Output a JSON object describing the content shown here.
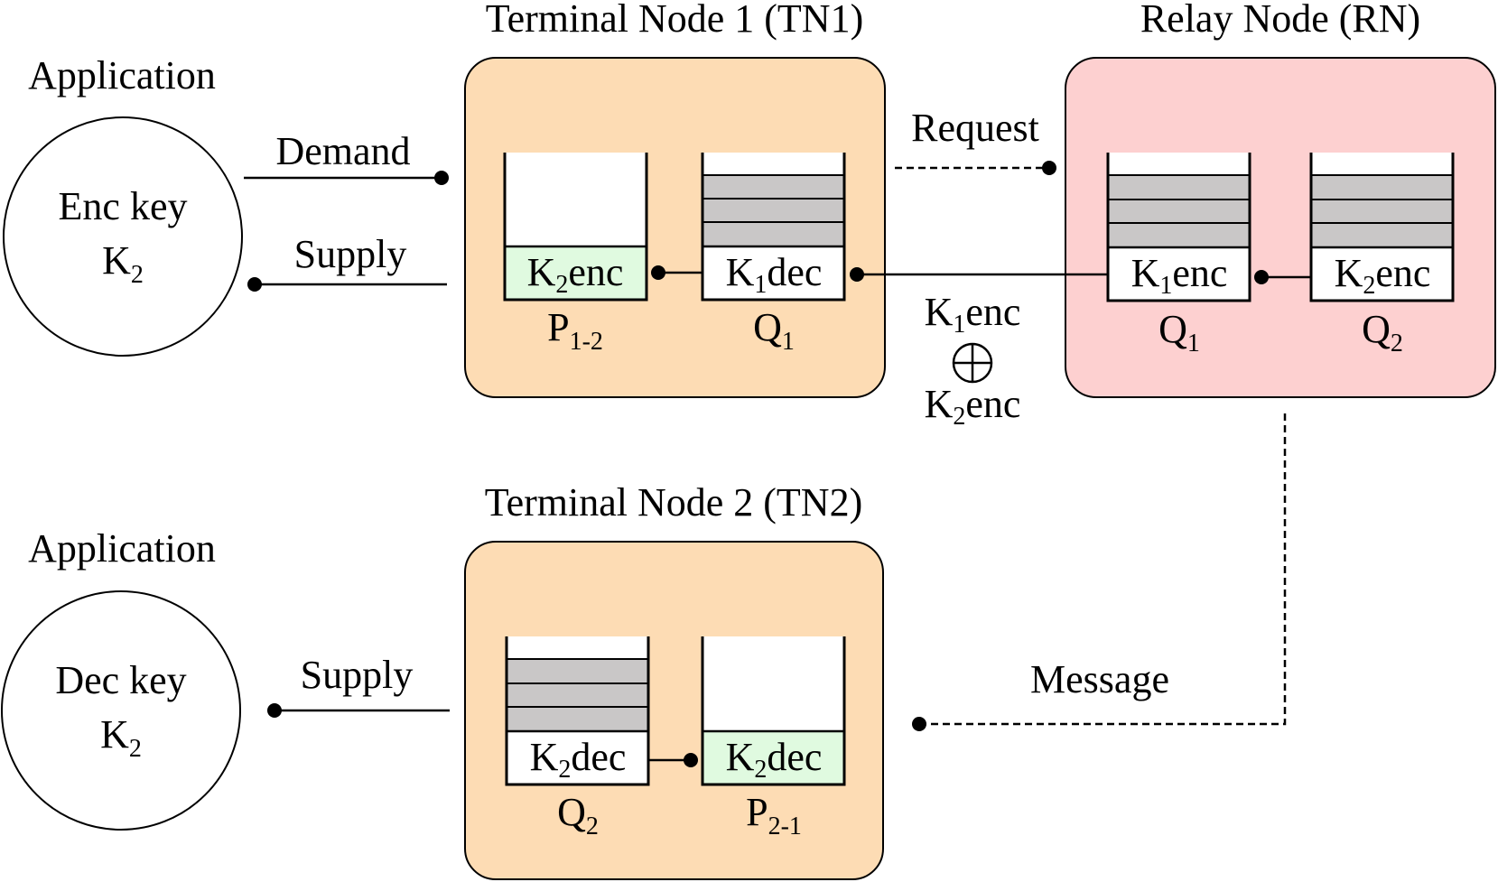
{
  "colors": {
    "terminal_fill": "#fddcb4",
    "relay_fill": "#fdd0d0",
    "queued_fill": "#c9c7c7",
    "pool_key_fill": "#e0fae0",
    "line": "#000000"
  },
  "tn1": {
    "title": "Terminal Node 1 (TN1)",
    "pool": {
      "key_main": "K",
      "key_sub": "2",
      "key_suffix": "enc",
      "label_main": "P",
      "label_sub": "1-2"
    },
    "queue": {
      "key_main": "K",
      "key_sub": "1",
      "key_suffix": "dec",
      "label_main": "Q",
      "label_sub": "1"
    }
  },
  "rn": {
    "title": "Relay Node (RN)",
    "queue1": {
      "key_main": "K",
      "key_sub": "1",
      "key_suffix": "enc",
      "label_main": "Q",
      "label_sub": "1"
    },
    "queue2": {
      "key_main": "K",
      "key_sub": "2",
      "key_suffix": "enc",
      "label_main": "Q",
      "label_sub": "2"
    }
  },
  "tn2": {
    "title": "Terminal Node 2 (TN2)",
    "queue": {
      "key_main": "K",
      "key_sub": "2",
      "key_suffix": "dec",
      "label_main": "Q",
      "label_sub": "2"
    },
    "pool": {
      "key_main": "K",
      "key_sub": "2",
      "key_suffix": "dec",
      "label_main": "P",
      "label_sub": "2-1"
    }
  },
  "app1": {
    "title": "Application",
    "line1": "Enc key",
    "line2_main": "K",
    "line2_sub": "2"
  },
  "app2": {
    "title": "Application",
    "line1": "Dec key",
    "line2_main": "K",
    "line2_sub": "2"
  },
  "links": {
    "demand": "Demand",
    "supply_top": "Supply",
    "supply_bottom": "Supply",
    "request": "Request",
    "message": "Message"
  },
  "xor": {
    "top_main": "K",
    "top_sub": "1",
    "top_suffix": "enc",
    "symbol": "⊕",
    "bottom_main": "K",
    "bottom_sub": "2",
    "bottom_suffix": "enc"
  }
}
